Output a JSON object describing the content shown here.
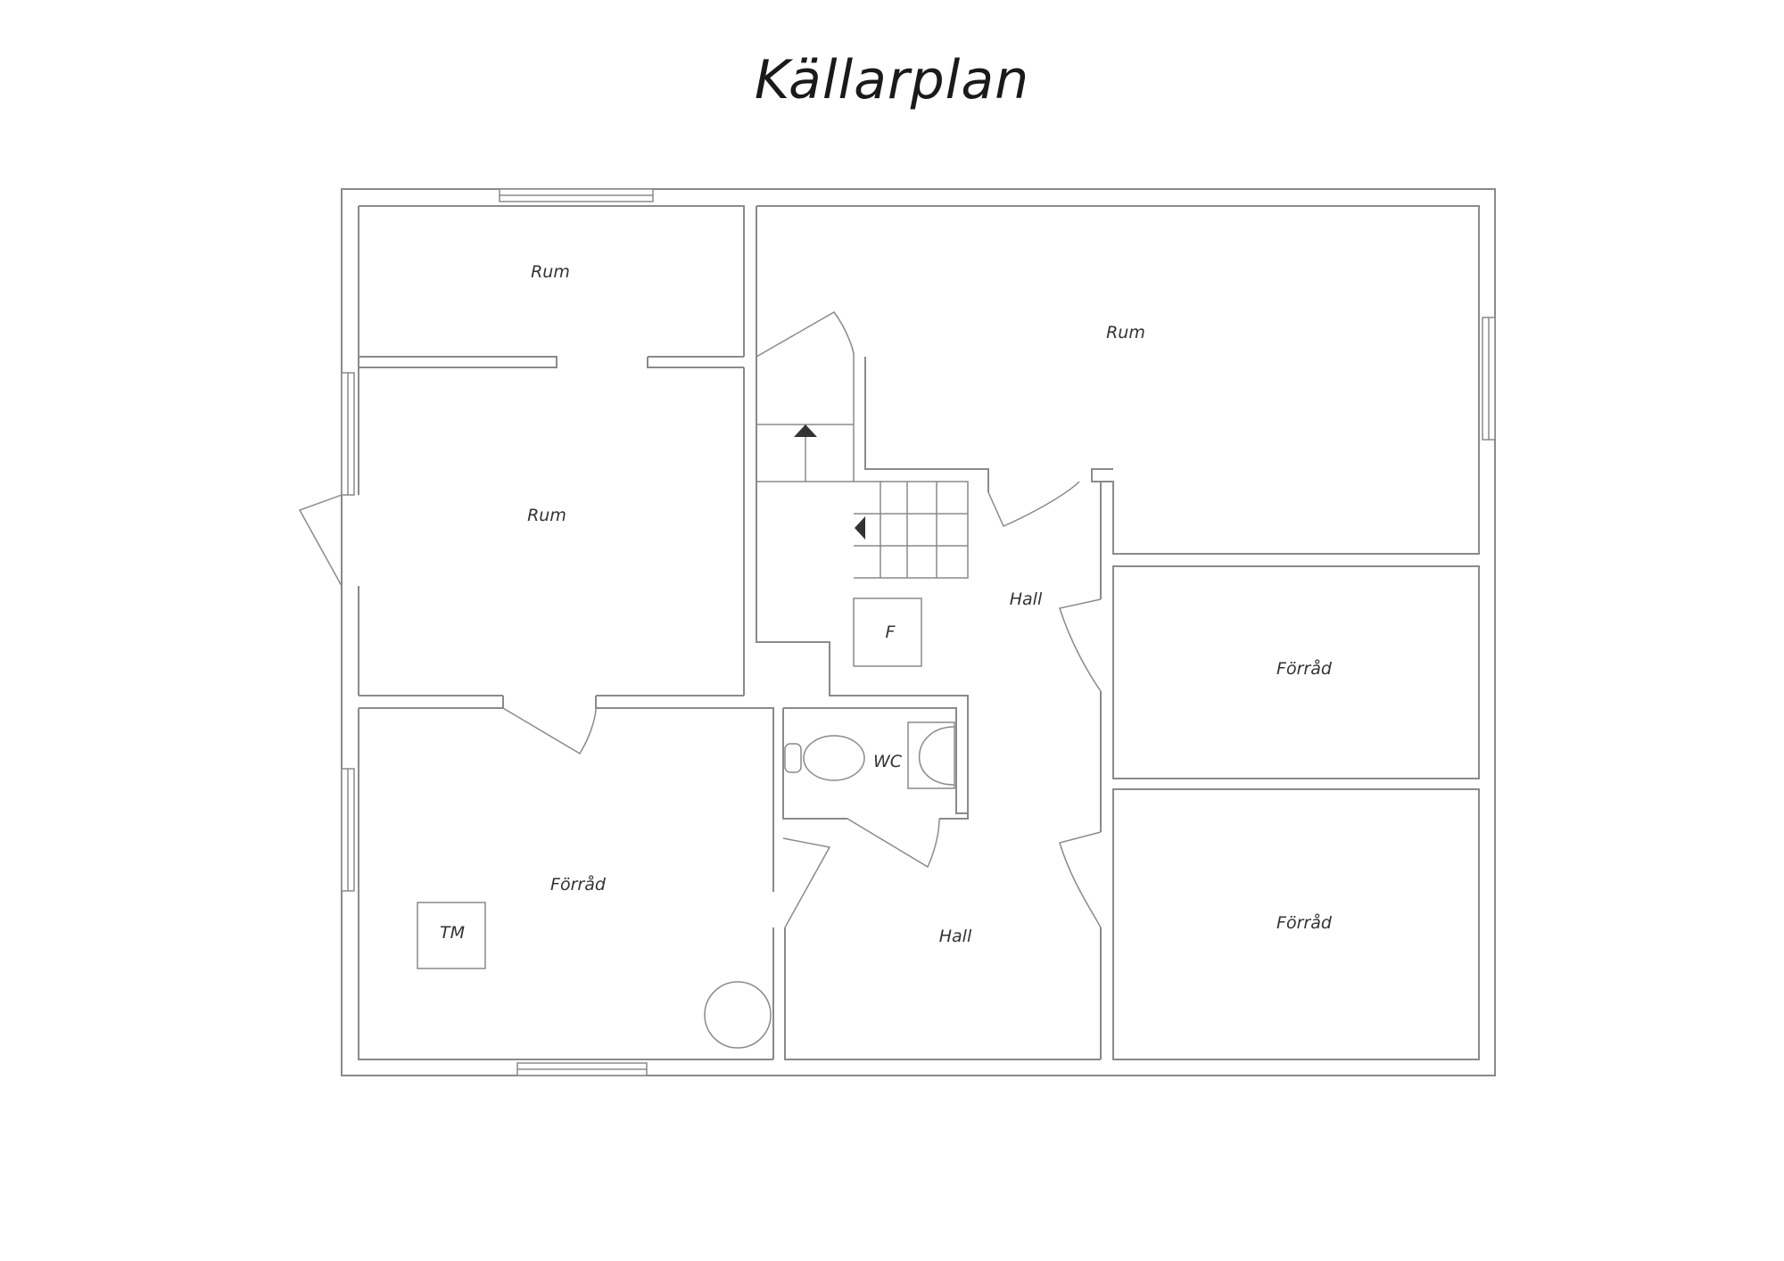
{
  "title": "Källarplan",
  "rooms": {
    "rum_top_left": "Rum",
    "rum_top_right": "Rum",
    "rum_left": "Rum",
    "hall_upper": "Hall",
    "forrad_right_upper": "Förråd",
    "forrad_right_lower": "Förråd",
    "forrad_left": "Förråd",
    "hall_lower": "Hall",
    "wc": "WC"
  },
  "fixtures": {
    "f_box": "F",
    "tm_box": "TM"
  }
}
